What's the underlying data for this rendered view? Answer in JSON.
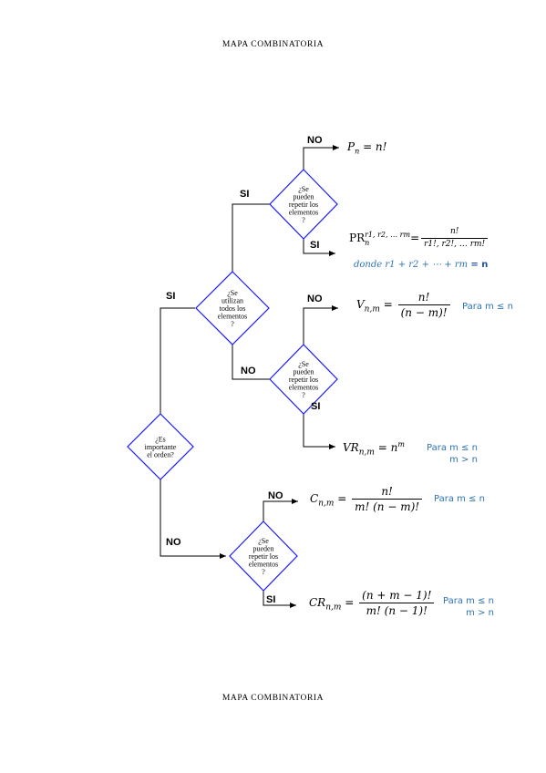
{
  "header": {
    "title": "MAPA COMBINATORIA"
  },
  "footer": {
    "title": "MAPA COMBINATORIA"
  },
  "diagram": {
    "q_order": [
      "¿Es",
      "importante",
      "el orden?"
    ],
    "q_all": [
      "¿Se",
      "utilizan",
      "todos los",
      "elementos",
      "?"
    ],
    "q_repeat": [
      "¿Se",
      "pueden",
      "repetir los",
      "elementos",
      "?"
    ],
    "labels": {
      "si": "SI",
      "no": "NO"
    },
    "formulas": {
      "p": {
        "lhs": "P",
        "sub": "n",
        "rhs": "= n!"
      },
      "pr": {
        "lhs": "PR",
        "sub": "n",
        "sup": "r1, r2, … rm",
        "eq": "=",
        "num": "n!",
        "den": "r1!, r2!, … rm!",
        "note_prefix": "donde",
        "note_sum": "r1 + r2 + ⋯ + rm",
        "note_eq": "= n"
      },
      "v": {
        "lhs": "V",
        "sub": "n,m",
        "eq": "=",
        "num": "n!",
        "den": "(n − m)!"
      },
      "vr": {
        "lhs": "VR",
        "sub": "n,m",
        "rhs": "= n",
        "sup": "m"
      },
      "c": {
        "lhs": "C",
        "sub": "n,m",
        "eq": "=",
        "num": "n!",
        "den": "m! (n − m)!"
      },
      "cr": {
        "lhs": "CR",
        "sub": "n,m",
        "eq": "=",
        "num": "(n + m − 1)!",
        "den": "m! (n − 1)!"
      }
    },
    "conditions": {
      "v": [
        "Para m ≤ n"
      ],
      "vr": [
        "Para  m ≤ n",
        "m > n"
      ],
      "c": [
        "Para m ≤ n"
      ],
      "cr": [
        "Para m ≤ n",
        "m > n"
      ]
    },
    "colors": {
      "diamond": "#1a1aff",
      "line": "#000000",
      "note": "#2e74b5"
    }
  }
}
